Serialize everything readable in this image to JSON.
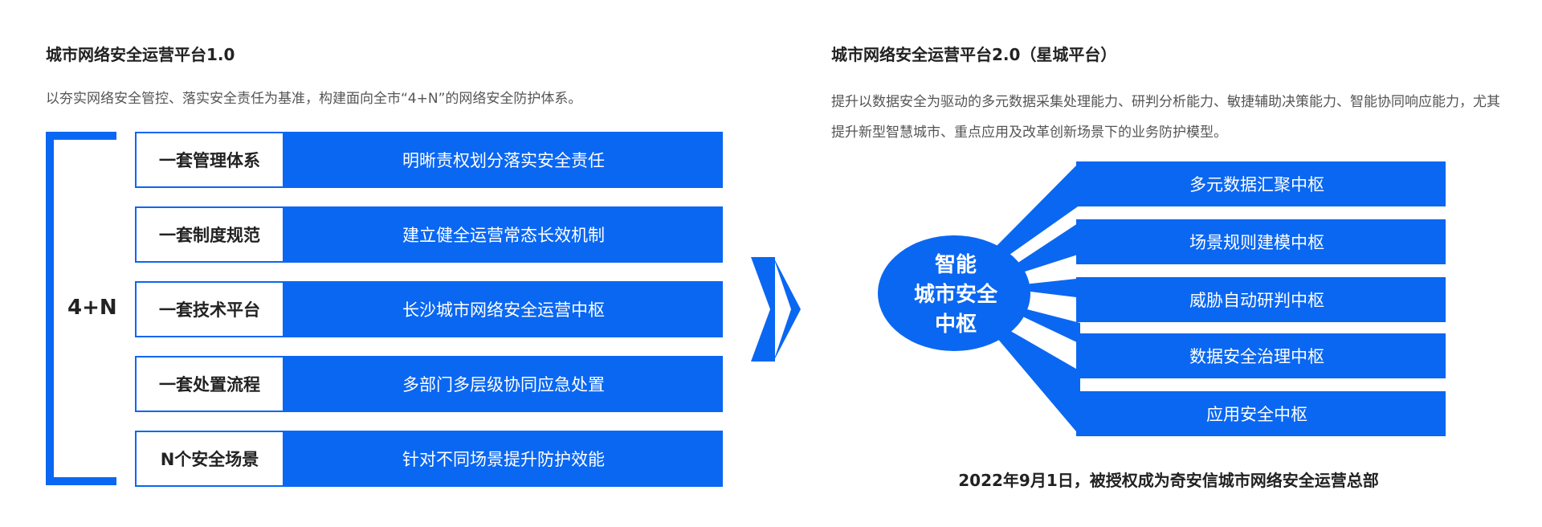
{
  "left": {
    "title": "城市网络安全运营平台1.0",
    "description": "以夯实网络安全管控、落实安全责任为基准，构建面向全市“4+N”的网络安全防护体系。",
    "bracket_label": "4+N",
    "rows": [
      {
        "label": "一套管理体系",
        "value": "明晰责权划分落实安全责任"
      },
      {
        "label": "一套制度规范",
        "value": "建立健全运营常态长效机制"
      },
      {
        "label": "一套技术平台",
        "value": "长沙城市网络安全运营中枢"
      },
      {
        "label": "一套处置流程",
        "value": "多部门多层级协同应急处置"
      },
      {
        "label": "N个安全场景",
        "value": "针对不同场景提升防护效能"
      }
    ]
  },
  "right": {
    "title": "城市网络安全运营平台2.0（星城平台）",
    "description": "提升以数据安全为驱动的多元数据采集处理能力、研判分析能力、敏捷辅助决策能力、智能协同响应能力，尤其提升新型智慧城市、重点应用及改革创新场景下的业务防护模型。",
    "hub": {
      "line1": "智能",
      "line2": "城市安全",
      "line3": "中枢"
    },
    "items": [
      "多元数据汇聚中枢",
      "场景规则建模中枢",
      "威胁自动研判中枢",
      "数据安全治理中枢",
      "应用安全中枢"
    ],
    "footer": "2022年9月1日，被授权成为奇安信城市网络安全运营总部"
  },
  "colors": {
    "accent": "#0a67f2"
  },
  "icons": [
    "double-chevron-right-icon"
  ]
}
